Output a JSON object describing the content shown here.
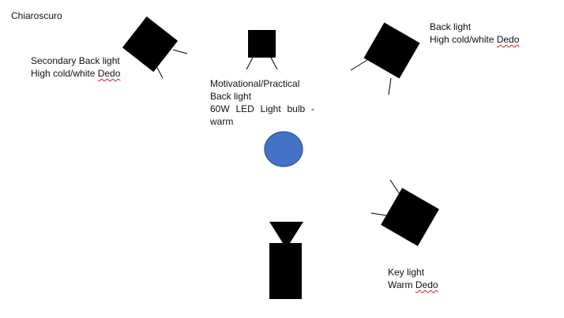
{
  "title": "Chiaroscuro",
  "colors": {
    "fixture": "#000000",
    "subject": "#4472c4",
    "subject_outline": "#2f5597",
    "spellcheck": "#d02020"
  },
  "lights": {
    "secondary_back": {
      "line1": "Secondary Back light",
      "line2_main": "High cold/white ",
      "line2_flag": "Dedo"
    },
    "back": {
      "line1": "Back light",
      "line2_main": "High cold/white ",
      "line2_flag": "Dedo"
    },
    "practical": {
      "line1": "Motivational/Practical",
      "line2": "Back light",
      "line3_words": [
        "60W",
        "LED",
        "Light",
        "bulb",
        "-"
      ],
      "line4": "warm"
    },
    "key": {
      "line1": "Key light",
      "line2_main": "Warm ",
      "line2_flag": "Dedo"
    }
  }
}
